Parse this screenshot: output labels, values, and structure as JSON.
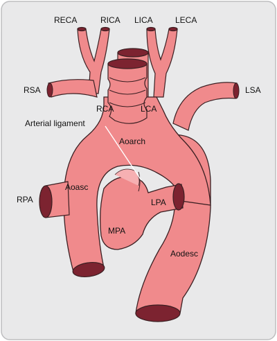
{
  "colors": {
    "background": "#e9e9ea",
    "border": "#bdbdbf",
    "vessel_fill": "#f08a8c",
    "vessel_light": "#f6b0b2",
    "vessel_dark": "#8e2a35",
    "vessel_outline": "#3a1f22",
    "lumen": "#7c2330"
  },
  "labels": {
    "reca": "RECA",
    "rica": "RICA",
    "lica": "LICA",
    "leca": "LECA",
    "rsa": "RSA",
    "lsa": "LSA",
    "rca": "RCA",
    "lca": "LCA",
    "arterial_ligament": "Arterial ligament",
    "aoarch": "Aoarch",
    "aoasc": "Aoasc",
    "rpa": "RPA",
    "lpa": "LPA",
    "mpa": "MPA",
    "aodesc": "Aodesc"
  }
}
